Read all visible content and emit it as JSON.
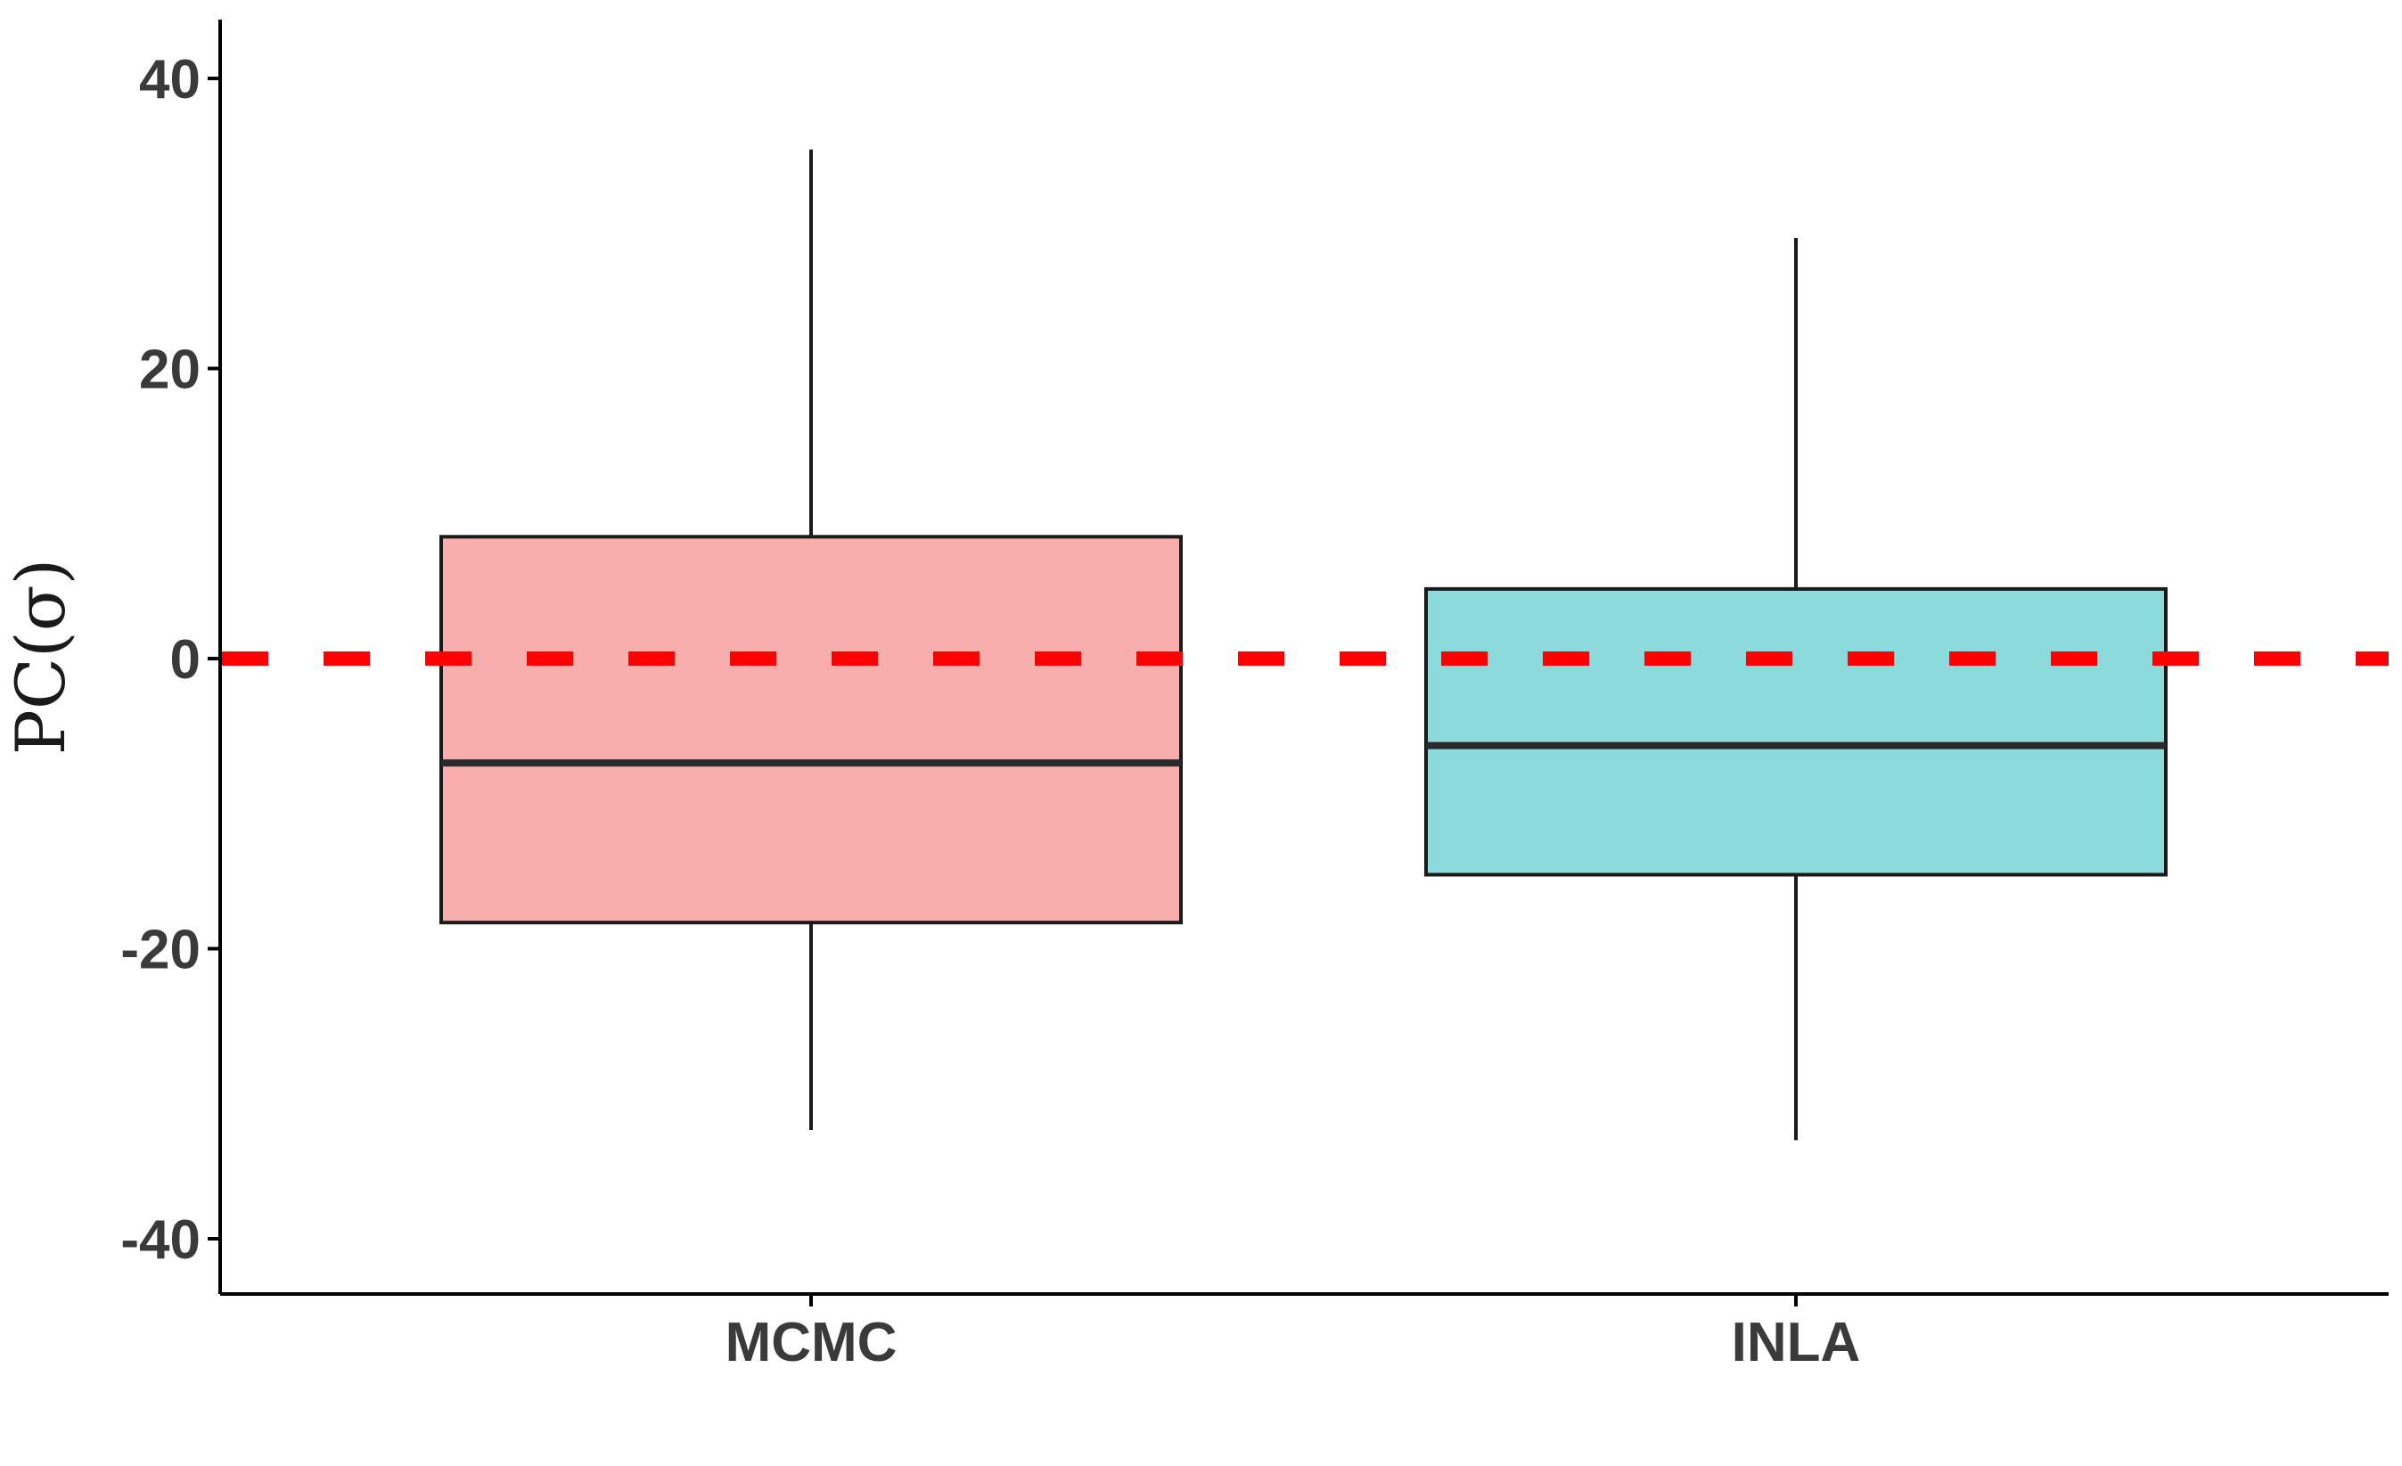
{
  "chart_data": {
    "type": "boxplot",
    "title": "",
    "xlabel": "",
    "ylabel": "PC(σ)",
    "ylim": [
      -44,
      44
    ],
    "y_ticks": [
      {
        "value": 40,
        "label": "40"
      },
      {
        "value": 20,
        "label": "20"
      },
      {
        "value": 0,
        "label": "0"
      },
      {
        "value": -20,
        "label": "-20"
      },
      {
        "value": -40,
        "label": "-40"
      }
    ],
    "categories": [
      "MCMC",
      "INLA"
    ],
    "boxes": [
      {
        "category": "MCMC",
        "whisker_low": -32.5,
        "q1": -18.2,
        "median": -7.2,
        "q3": 8.4,
        "whisker_high": 35.1,
        "fill": "#F8AEAD"
      },
      {
        "category": "INLA",
        "whisker_low": -33.2,
        "q1": -14.9,
        "median": -6.0,
        "q3": 4.8,
        "whisker_high": 29.0,
        "fill": "#8CDADC"
      }
    ],
    "reference_line": {
      "value": 0,
      "color": "#FF0000",
      "style": "dashed"
    },
    "grid": false,
    "legend": "none"
  }
}
